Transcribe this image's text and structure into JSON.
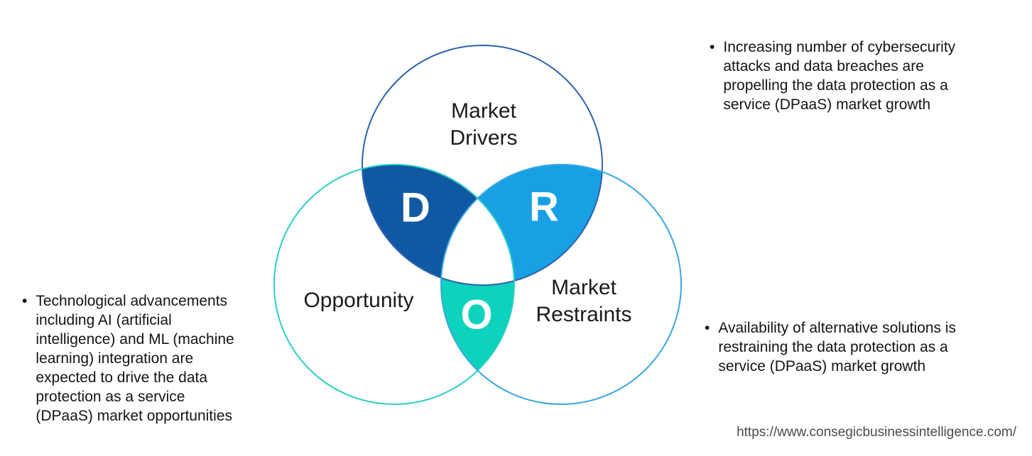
{
  "diagram": {
    "title_hint": "DPaaS market drivers, restraints and opportunities venn diagram",
    "circles": {
      "drivers": {
        "label_line1": "Market",
        "label_line2": "Drivers",
        "letter": "D"
      },
      "opportunity": {
        "label": "Opportunity",
        "letter": "O"
      },
      "restraints": {
        "label_line1": "Market",
        "label_line2": "Restraints",
        "letter": "R"
      }
    },
    "colors": {
      "drivers_stroke": "#2e61ad",
      "opportunity_stroke": "#2fd0c2",
      "restraints_stroke": "#3aa7e4",
      "d_fill": "#1158a3",
      "r_fill": "#18a0e4",
      "o_fill": "#0dd2bc",
      "center_fill": "#ffffff"
    }
  },
  "notes": {
    "driver_note": {
      "bullet": "•",
      "lines": [
        "Increasing number of cybersecurity",
        "attacks and data breaches are",
        "propelling the data protection as a",
        "service (DPaaS) market growth"
      ]
    },
    "opportunity_note": {
      "bullet": "•",
      "lines": [
        "Technological advancements",
        "including AI (artificial",
        "intelligence) and ML (machine",
        "learning) integration are",
        "expected to drive the data",
        "protection as a service",
        "(DPaaS) market opportunities"
      ]
    },
    "restraint_note": {
      "bullet": "•",
      "lines": [
        "Availability of alternative solutions is",
        "restraining the data protection as a",
        "service (DPaaS) market growth"
      ]
    }
  },
  "footer": {
    "url": "https://www.consegicbusinessintelligence.com/"
  }
}
